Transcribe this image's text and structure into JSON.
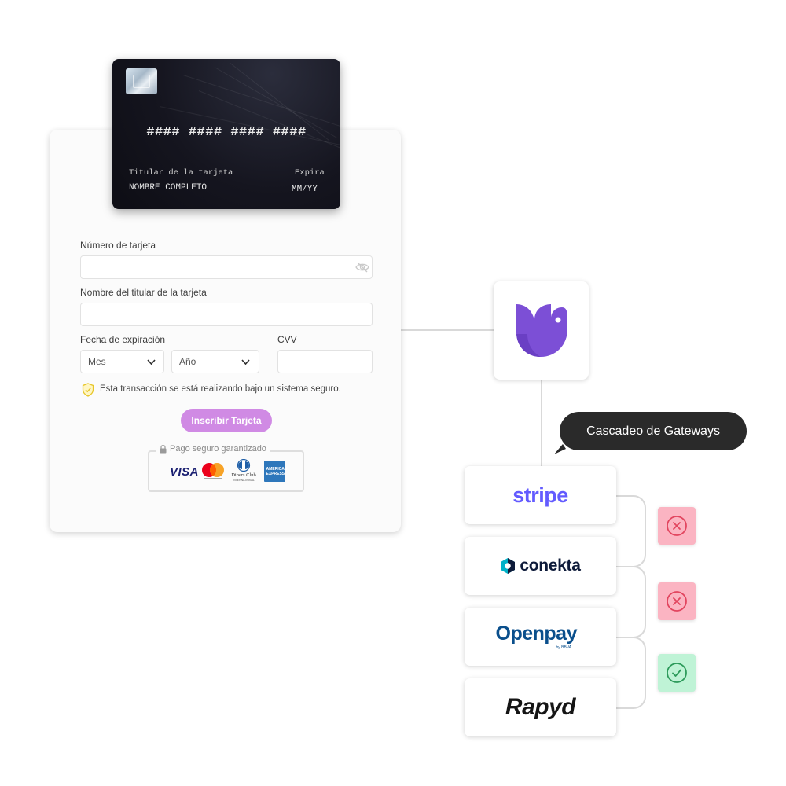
{
  "card": {
    "number": "#### #### #### ####",
    "holder_label": "Titular de la tarjeta",
    "holder_name": "NOMBRE COMPLETO",
    "expiry_label": "Expira",
    "expiry_value": "MM/YY"
  },
  "form": {
    "card_number_label": "Número de tarjeta",
    "card_number_value": "",
    "holder_label": "Nombre del titular de la tarjeta",
    "holder_value": "",
    "expiry_label": "Fecha de expiración",
    "month_select": "Mes",
    "year_select": "Año",
    "cvv_label": "CVV",
    "cvv_value": "",
    "secure_text": "Esta transacción se está realizando bajo un sistema seguro.",
    "submit_label": "Inscribir Tarjeta",
    "guarantee_label": "Pago seguro garantizado",
    "payment_brands": [
      "VISA",
      "Mastercard",
      "Diners Club International",
      "American Express"
    ],
    "visa_text": "VISA",
    "diners_text": "Diners Club",
    "diners_sub": "INTERNATIONAL",
    "amex_text": "AMERICAN EXPRESS"
  },
  "tooltip": {
    "text": "Cascadeo de Gateways"
  },
  "gateways": [
    {
      "name": "stripe",
      "status": "fail"
    },
    {
      "name": "conekta",
      "status": "fail"
    },
    {
      "name": "Openpay",
      "sub": "by BBVA",
      "status": "success"
    },
    {
      "name": "Rapyd"
    }
  ],
  "colors": {
    "brand_purple": "#7c4fd6",
    "submit_button": "#d08ae4",
    "stripe": "#635bff",
    "conekta_text": "#0e1b3a",
    "conekta_teal": "#00b1c8",
    "openpay": "#0a4f8c",
    "fail_bg": "#fbb4c2",
    "fail_icon": "#e2455f",
    "success_bg": "#bff3d6",
    "success_icon": "#2c9a5a",
    "tooltip_bg": "#2a2a2a"
  }
}
